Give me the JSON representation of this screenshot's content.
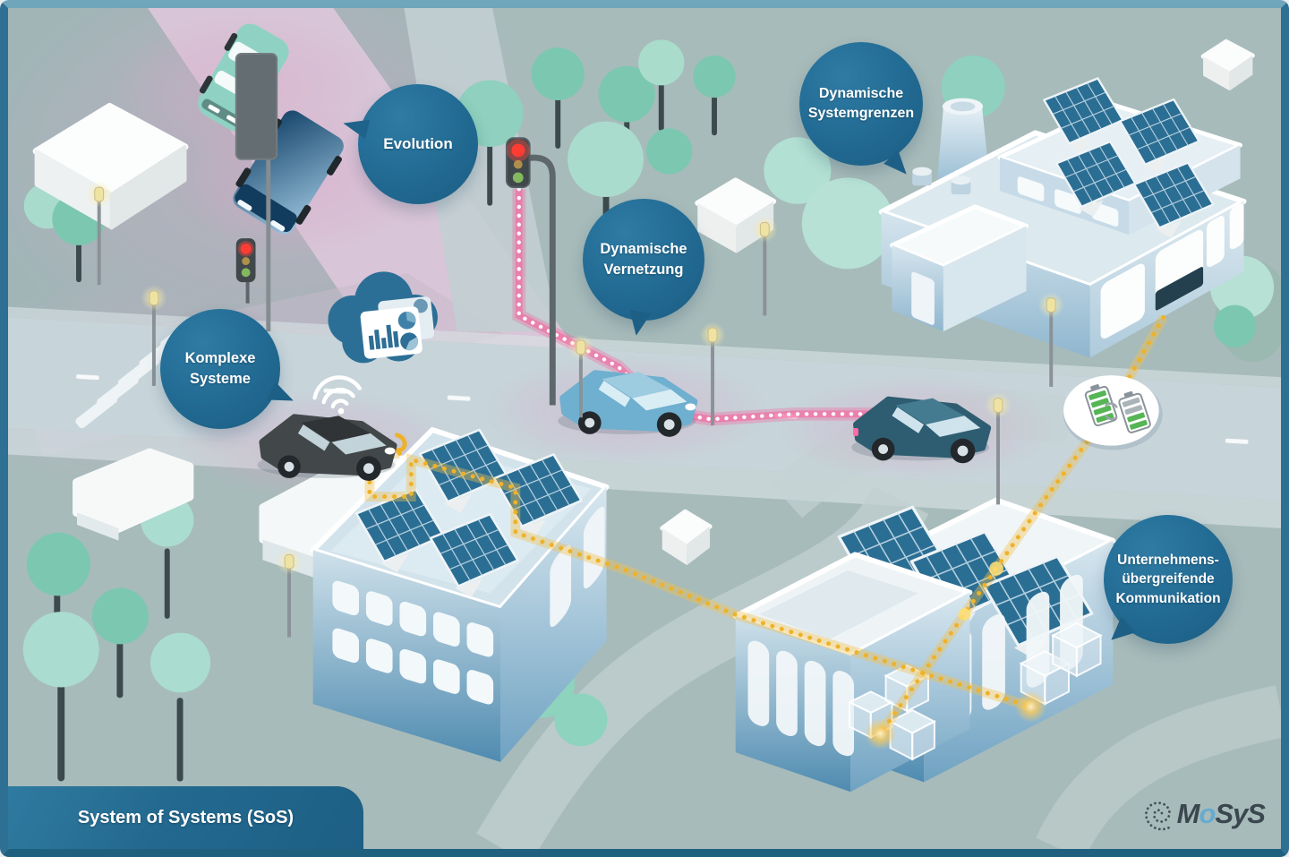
{
  "bubbles": {
    "evolution": {
      "line1": "Evolution"
    },
    "systemgrenzen": {
      "line1": "Dynamische",
      "line2": "Systemgrenzen"
    },
    "vernetzung": {
      "line1": "Dynamische",
      "line2": "Vernetzung"
    },
    "komplexe": {
      "line1": "Komplexe",
      "line2": "Systeme"
    },
    "kommunikation": {
      "line1": "Unternehmens-",
      "line2": "übergreifende",
      "line3": "Kommunikation"
    }
  },
  "footer": {
    "label": "System of Systems (SoS)"
  },
  "logo": {
    "part1": "M",
    "part2": "o",
    "part3": "SyS"
  },
  "icons": {
    "analytics_cloud": "cloud-dashboard-icon",
    "battery_swap": "battery-swap-icon",
    "wifi": "wifi-signal-icon",
    "traffic_light": "traffic-light-icon",
    "street_lamp": "street-lamp-icon",
    "solar_panel": "solar-panel-icon",
    "logo_spiral": "dotted-spiral-icon"
  },
  "colors": {
    "bubble_blue": "#21678f",
    "route_pink": "#f7659f",
    "energy_yellow": "#f0b42c",
    "panel_blue": "#2b6e94",
    "building_blue": "#5b93b8",
    "tree_teal": "#7cc7b0",
    "tree_mint": "#abdccd",
    "background": "#a7bbba",
    "border": "#2e7093",
    "label_bg": "#23698f",
    "logo_text": "#3b474f",
    "logo_o": "#66abd0"
  }
}
